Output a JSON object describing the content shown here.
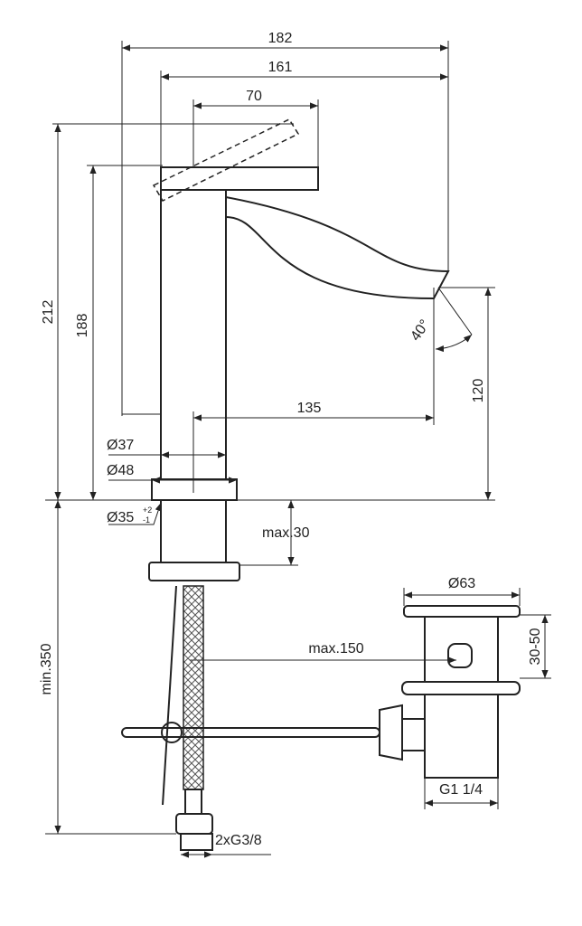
{
  "dimensions": {
    "total_width": "182",
    "spout_reach": "161",
    "lever_length": "70",
    "total_height": "212",
    "body_height": "188",
    "spout_height": "120",
    "spout_projection": "135",
    "lever_angle": "40°",
    "body_diameter": "Ø37",
    "base_diameter": "Ø48",
    "hole_diameter": "Ø35",
    "hole_tol_plus": "+2",
    "hole_tol_minus": "-1",
    "max_deck_thickness": "max.30",
    "min_hose_length": "min.350",
    "waste_diameter": "Ø63",
    "waste_height_range": "30-50",
    "rod_max_length": "max.150",
    "waste_thread": "G1 1/4",
    "hose_thread": "2xG3/8"
  }
}
